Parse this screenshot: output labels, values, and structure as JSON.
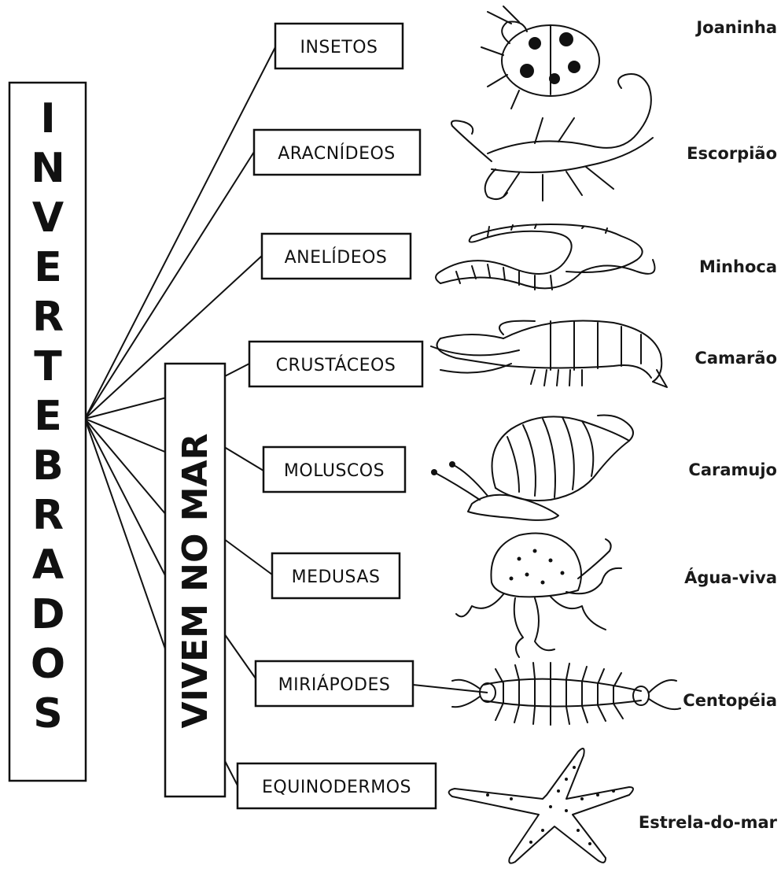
{
  "root": {
    "letters": [
      "I",
      "N",
      "V",
      "E",
      "R",
      "T",
      "E",
      "B",
      "R",
      "A",
      "D",
      "O",
      "S"
    ]
  },
  "sea_group": {
    "label": "VIVEM NO MAR"
  },
  "categories": [
    {
      "label": "INSETOS",
      "animal": "Joaninha",
      "icon": "ladybug-icon"
    },
    {
      "label": "ARACNÍDEOS",
      "animal": "Escorpião",
      "icon": "scorpion-icon"
    },
    {
      "label": "ANELÍDEOS",
      "animal": "Minhoca",
      "icon": "earthworm-icon"
    },
    {
      "label": "CRUSTÁCEOS",
      "animal": "Camarão",
      "icon": "shrimp-icon"
    },
    {
      "label": "MOLUSCOS",
      "animal": "Caramujo",
      "icon": "snail-icon"
    },
    {
      "label": "MEDUSAS",
      "animal": "Água-viva",
      "icon": "jellyfish-icon"
    },
    {
      "label": "MIRIÁPODES",
      "animal": "Centopéia",
      "icon": "centipede-icon"
    },
    {
      "label": "EQUINODERMOS",
      "animal": "Estrela-do-mar",
      "icon": "starfish-icon"
    }
  ]
}
